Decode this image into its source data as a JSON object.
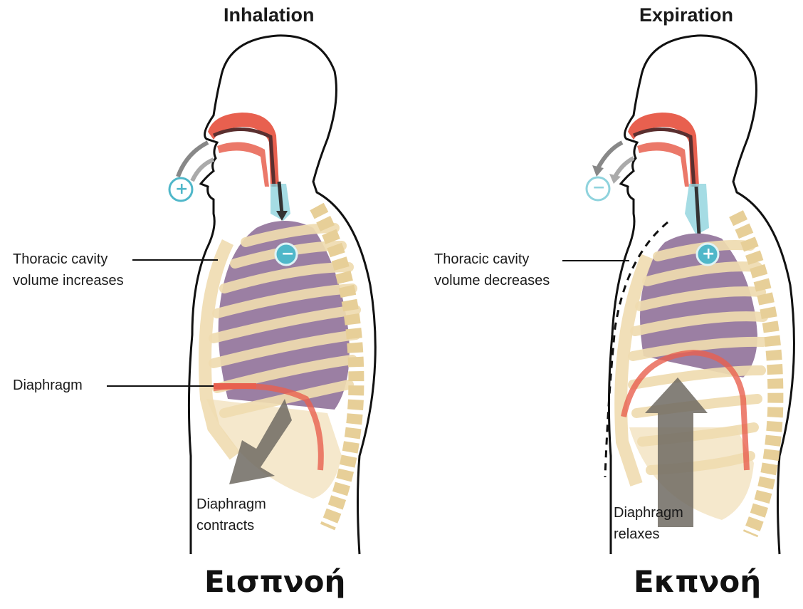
{
  "inhalation": {
    "heading": "Inhalation",
    "volume_label_line1": "Thoracic cavity",
    "volume_label_line2": "volume increases",
    "diaphragm_label": "Diaphragm",
    "action_label_line1": "Diaphragm",
    "action_label_line2": "contracts",
    "outside_pressure_sign": "+",
    "lung_pressure_sign": "−",
    "caption": "Εισπνοή"
  },
  "expiration": {
    "heading": "Expiration",
    "volume_label_line1": "Thoracic cavity",
    "volume_label_line2": "volume decreases",
    "action_label_line1": "Diaphragm",
    "action_label_line2": "relaxes",
    "outside_pressure_sign": "−",
    "lung_pressure_sign": "+",
    "caption": "Εκπνοή"
  },
  "colors": {
    "outline": "#111111",
    "airway": "#e8604f",
    "airway_dark": "#5a2f2f",
    "bone": "#efdcb0",
    "bone_edge": "#d9c08a",
    "lung": "#9b7fa3",
    "trachea": "#8fd3dd",
    "pressure_sign": "#4fb7c9",
    "diaphragm": "#e8604f"
  }
}
